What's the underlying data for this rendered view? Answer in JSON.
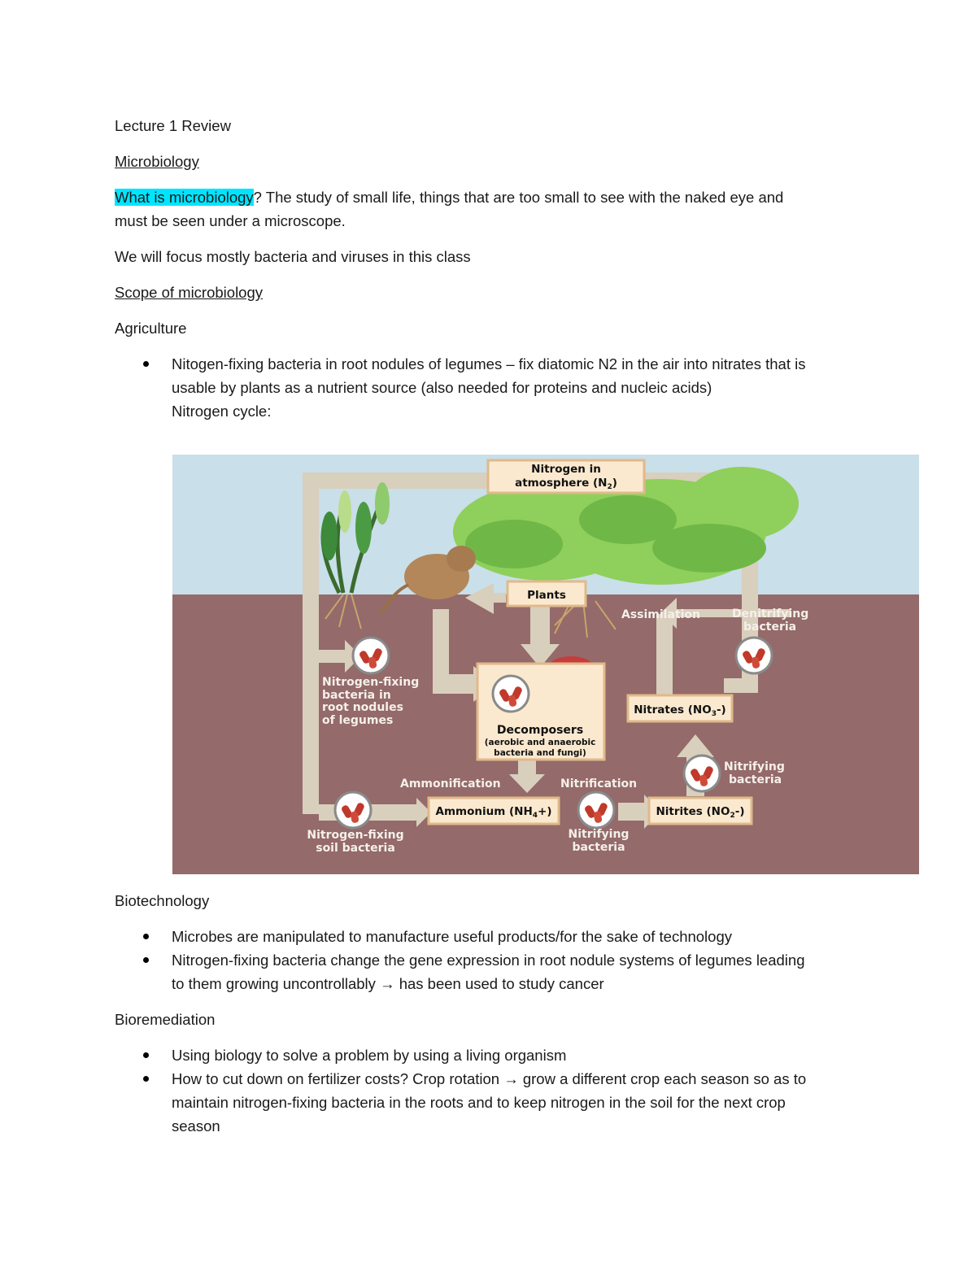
{
  "doc": {
    "title": "Lecture 1 Review",
    "section1": "Microbiology",
    "q_highlight": "What is microbiology",
    "q_rest_line1": "? The study of small life, things that are too small to see with the naked eye and",
    "q_rest_line2": "must be seen under a microscope.",
    "focus": "We will focus mostly bacteria and viruses in this class",
    "section2": "Scope of microbiology",
    "agri_heading": "Agriculture",
    "agri_bullet_l1": "Nitogen-fixing bacteria in root nodules of legumes – fix diatomic N2 in the air into nitrates that is",
    "agri_bullet_l2": "usable by plants as a nutrient source (also needed for proteins and nucleic acids)",
    "agri_bullet_l3": "Nitrogen cycle:",
    "biotech_heading": "Biotechnology",
    "biotech_b1": "Microbes are manipulated to manufacture useful products/for the sake of technology",
    "biotech_b2_l1": "Nitrogen-fixing bacteria change the gene expression in root nodule systems of legumes leading",
    "biotech_b2_l2": "to them growing uncontrollably → has been used to study cancer",
    "biorem_heading": "Bioremediation",
    "biorem_b1": "Using biology to solve a problem by using a living organism",
    "biorem_b2_l1": "How to cut down on fertilizer costs? Crop rotation → grow a different crop each season so as to",
    "biorem_b2_l2": "maintain nitrogen-fixing bacteria in the roots and to keep nitrogen in the soil for the next crop",
    "biorem_b2_l3": "season"
  },
  "diagram": {
    "atmosphere_l1": "Nitrogen in",
    "atmosphere_l2": "atmosphere (N",
    "atmosphere_sub": "2",
    "atmosphere_end": ")",
    "plants": "Plants",
    "assimilation": "Assimilation",
    "denitrifying_l1": "Denitrifying",
    "denitrifying_l2": "bacteria",
    "nodule_l1": "Nitrogen-fixing",
    "nodule_l2": "bacteria in",
    "nodule_l3": "root nodules",
    "nodule_l4": "of legumes",
    "decomposers": "Decomposers",
    "decomposers_sub_l1": "(aerobic and anaerobic",
    "decomposers_sub_l2": "bacteria and fungi)",
    "nitrates": "Nitrates (NO",
    "nitrates_sub": "3",
    "nitrates_end": "-)",
    "nitrifying_upper_l1": "Nitrifying",
    "nitrifying_upper_l2": "bacteria",
    "ammonification": "Ammonification",
    "nitrification": "Nitrification",
    "ammonium": "Ammonium (NH",
    "ammonium_sub": "4",
    "ammonium_end": "+)",
    "nitrites": "Nitrites (NO",
    "nitrites_sub": "2",
    "nitrites_end": "-)",
    "soil_l1": "Nitrogen-fixing",
    "soil_l2": "soil bacteria",
    "nitrifying_lower_l1": "Nitrifying",
    "nitrifying_lower_l2": "bacteria",
    "colors": {
      "sky": "#c9dfe9",
      "soil": "#946a6a",
      "arrow": "#d9cfbd",
      "box": "#fbe9cf",
      "box_border": "#e0b98b"
    }
  }
}
